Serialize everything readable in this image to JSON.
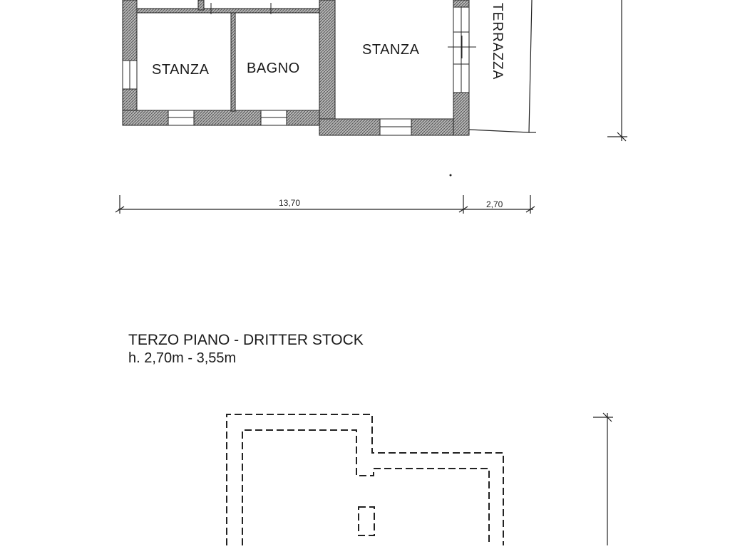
{
  "upper_plan": {
    "rooms": [
      {
        "label": "STANZA"
      },
      {
        "label": "BAGNO"
      },
      {
        "label": "STANZA"
      }
    ],
    "terrace_label": "TERRAZZA",
    "dimensions": [
      {
        "label": "13,70"
      },
      {
        "label": "2,70"
      }
    ]
  },
  "third_floor": {
    "title": "TERZO PIANO - DRITTER STOCK",
    "height": "h. 2,70m - 3,55m"
  },
  "colors": {
    "ink": "#1a1a1a",
    "wall_fill": "#8a8a8a",
    "paper": "#ffffff"
  }
}
